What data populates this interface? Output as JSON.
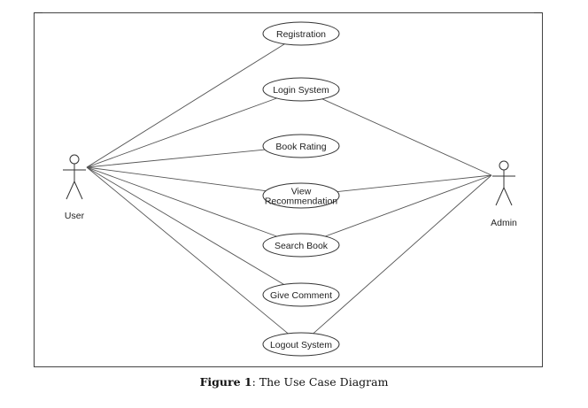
{
  "diagram": {
    "actors": [
      {
        "id": "user",
        "name": "User"
      },
      {
        "id": "admin",
        "name": "Admin"
      }
    ],
    "use_cases": [
      {
        "id": "registration",
        "lines": [
          "Registration"
        ]
      },
      {
        "id": "login",
        "lines": [
          "Login System"
        ]
      },
      {
        "id": "book-rating",
        "lines": [
          "Book Rating"
        ]
      },
      {
        "id": "view-rec",
        "lines": [
          "View",
          "Recommendation"
        ]
      },
      {
        "id": "search-book",
        "lines": [
          "Search Book"
        ]
      },
      {
        "id": "give-comment",
        "lines": [
          "Give Comment"
        ]
      },
      {
        "id": "logout",
        "lines": [
          "Logout  System"
        ]
      }
    ],
    "associations": [
      {
        "actor": "user",
        "use_case": "registration"
      },
      {
        "actor": "user",
        "use_case": "login"
      },
      {
        "actor": "user",
        "use_case": "book-rating"
      },
      {
        "actor": "user",
        "use_case": "view-rec"
      },
      {
        "actor": "user",
        "use_case": "search-book"
      },
      {
        "actor": "user",
        "use_case": "give-comment"
      },
      {
        "actor": "user",
        "use_case": "logout"
      },
      {
        "actor": "admin",
        "use_case": "login"
      },
      {
        "actor": "admin",
        "use_case": "view-rec"
      },
      {
        "actor": "admin",
        "use_case": "search-book"
      },
      {
        "actor": "admin",
        "use_case": "logout"
      }
    ]
  },
  "caption": {
    "label": "Figure 1",
    "text": ": The Use Case Diagram"
  }
}
